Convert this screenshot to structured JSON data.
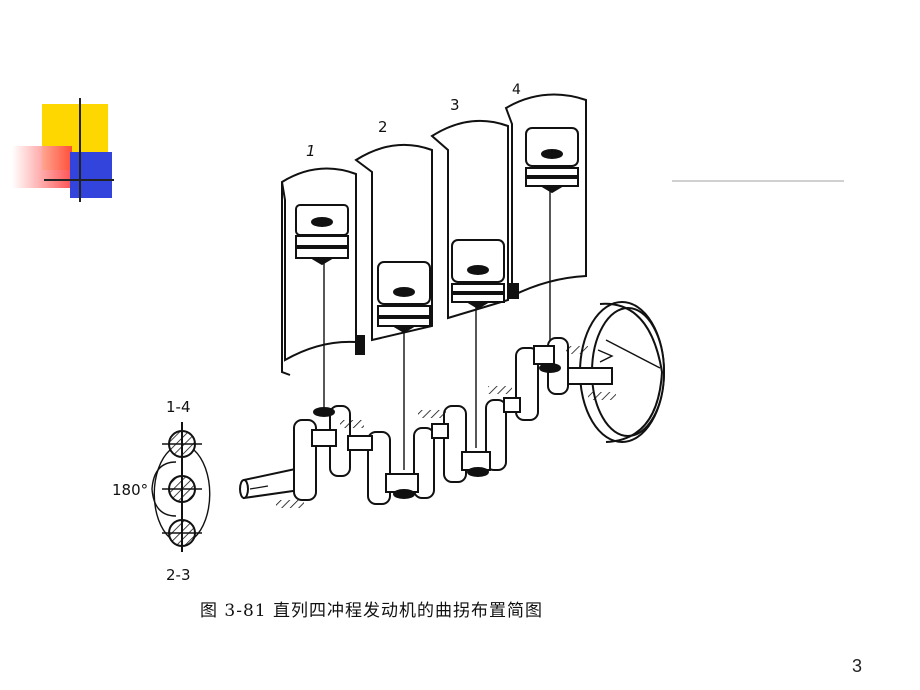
{
  "figure": {
    "cylinder_labels": [
      "1",
      "2",
      "3",
      "4"
    ],
    "phase_top_label": "1-4",
    "phase_bottom_label": "2-3",
    "angle_label": "180°",
    "caption": "图 3-81    直列四冲程发动机的曲拐布置简图"
  },
  "slide": {
    "page_number": "3",
    "accent_colors": [
      "#ffd700",
      "#ff3333",
      "#3344dd"
    ]
  }
}
